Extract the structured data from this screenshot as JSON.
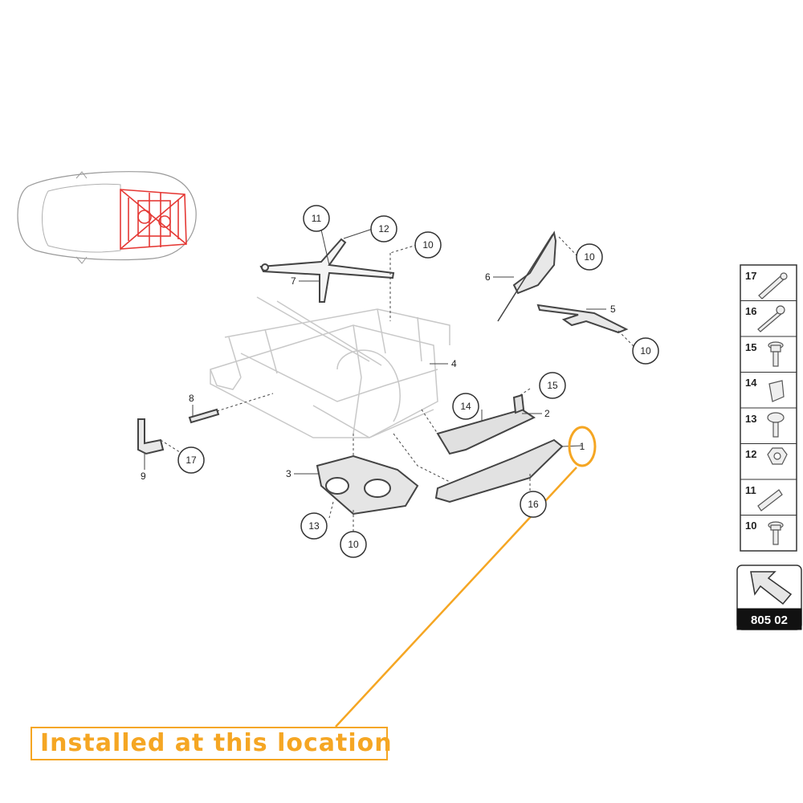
{
  "callouts": {
    "c11a": "11",
    "c12": "12",
    "c10a": "10",
    "c10b": "10",
    "c10c": "10",
    "c17a": "17",
    "c13": "13",
    "c10d": "10",
    "c15": "15",
    "c14": "14",
    "c1": "1",
    "c16": "16"
  },
  "labels": {
    "l7": "7",
    "l6": "6",
    "l5": "5",
    "l4": "4",
    "l8": "8",
    "l9": "9",
    "l2": "2",
    "l3": "3"
  },
  "legend": {
    "items": [
      {
        "number": "17",
        "icon": "long-bolt-icon"
      },
      {
        "number": "16",
        "icon": "hex-bolt-icon"
      },
      {
        "number": "15",
        "icon": "flange-bolt-icon"
      },
      {
        "number": "14",
        "icon": "threaded-insert-icon"
      },
      {
        "number": "13",
        "icon": "torx-bolt-icon"
      },
      {
        "number": "12",
        "icon": "hex-nut-icon"
      },
      {
        "number": "11",
        "icon": "stud-icon"
      },
      {
        "number": "10",
        "icon": "short-bolt-icon"
      }
    ]
  },
  "reference": {
    "code": "805 02",
    "icon": "arrow-icon"
  },
  "note": {
    "text": "Installed at this location",
    "color": "#f5a623"
  },
  "colors": {
    "highlight": "#f5a623",
    "frame_red": "#e53935",
    "line": "#444444"
  }
}
